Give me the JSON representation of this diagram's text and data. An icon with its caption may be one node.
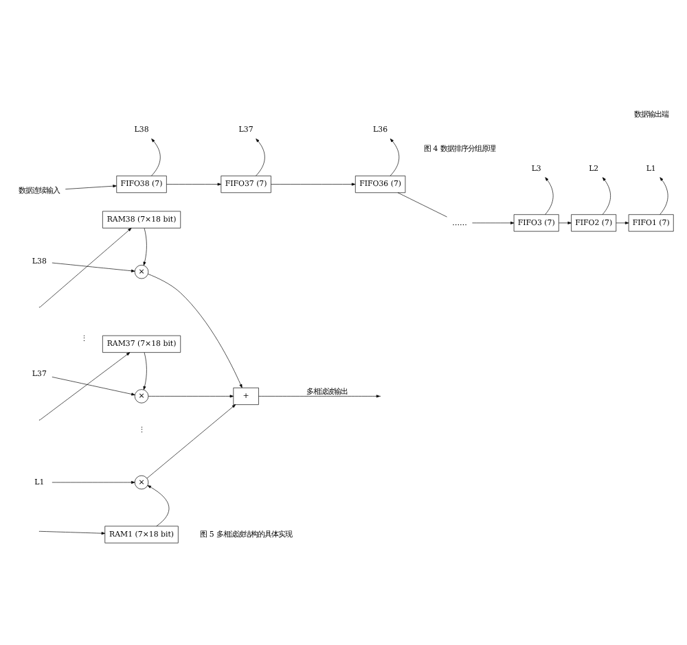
{
  "diagram": {
    "nodes": [
      {
        "text": [
          "数据连续输入"
        ]
      },
      {
        "text": [
          "FIFO38 (7)"
        ]
      },
      {
        "text": [
          "FIFO37 (7)"
        ]
      },
      {
        "text": [
          "FIFO36 (7)"
        ]
      },
      {
        "text": [
          "……"
        ]
      },
      {
        "text": [
          "FIFO3 (7)"
        ]
      },
      {
        "text": [
          "FIFO2 (7)"
        ]
      },
      {
        "text": [
          "FIFO1 (7)"
        ]
      },
      {
        "text": [
          "L38"
        ]
      },
      {
        "text": [
          "L37"
        ]
      },
      {
        "text": [
          "L36"
        ]
      },
      {
        "text": [
          "L3"
        ]
      },
      {
        "text": [
          "L2"
        ]
      },
      {
        "text": [
          "L1"
        ]
      },
      {
        "text": [
          "L38"
        ]
      },
      {
        "text": [
          "×"
        ]
      },
      {
        "text": [
          "RAM38 (7×18 bit)"
        ]
      },
      {
        "text": [
          "L37"
        ]
      },
      {
        "text": [
          "×"
        ]
      },
      {
        "text": [
          "RAM37 (7×18 bit)"
        ]
      },
      {
        "text": [
          "L1"
        ]
      },
      {
        "text": [
          "×"
        ]
      },
      {
        "text": [
          "RAM1 (7×18 bit)"
        ]
      },
      {
        "text": [
          "+"
        ]
      }
    ],
    "edges": [
      {
        "from": 0,
        "to": 1,
        "arrow": "to"
      },
      {
        "from": 1,
        "to": 2,
        "arrow": "to"
      },
      {
        "from": 2,
        "to": 3,
        "arrow": "to"
      },
      {
        "from": 3,
        "to": 4,
        "arrow": "none"
      },
      {
        "from": 4,
        "to": 5,
        "arrow": "to"
      },
      {
        "from": 5,
        "to": 6,
        "arrow": "to"
      },
      {
        "from": 6,
        "to": 7,
        "arrow": "to"
      },
      {
        "from": 1,
        "to": 8,
        "arrow": "to"
      },
      {
        "from": 2,
        "to": 9,
        "arrow": "to"
      },
      {
        "from": 3,
        "to": 10,
        "arrow": "to"
      },
      {
        "from": 5,
        "to": 11,
        "arrow": "to"
      },
      {
        "from": 6,
        "to": 12,
        "arrow": "to"
      },
      {
        "from": 7,
        "to": 13,
        "arrow": "to"
      },
      {
        "from": 14,
        "to": 15,
        "arrow": "to"
      },
      {
        "from": null,
        "to": 16,
        "arrow": "to"
      },
      {
        "from": 16,
        "to": 15,
        "arrow": "to"
      },
      {
        "from": 15,
        "to": 23,
        "arrow": "to"
      },
      {
        "from": 17,
        "to": 18,
        "arrow": "to"
      },
      {
        "from": null,
        "to": 19,
        "arrow": "to"
      },
      {
        "from": 19,
        "to": 18,
        "arrow": "to"
      },
      {
        "from": 18,
        "to": 23,
        "arrow": "to"
      },
      {
        "from": 20,
        "to": 21,
        "arrow": "to"
      },
      {
        "from": null,
        "to": 22,
        "arrow": "to"
      },
      {
        "from": 22,
        "to": 21,
        "arrow": "to"
      },
      {
        "from": 21,
        "to": 23,
        "arrow": "to"
      },
      {
        "from": 23,
        "to": null,
        "label": "多相滤波输出",
        "arrow": "to"
      }
    ],
    "labels": [
      "数据输出端",
      "图 4 数据排序分组原理",
      "⋮",
      "⋮",
      "图 5 多相滤波结构的具体实现"
    ]
  }
}
